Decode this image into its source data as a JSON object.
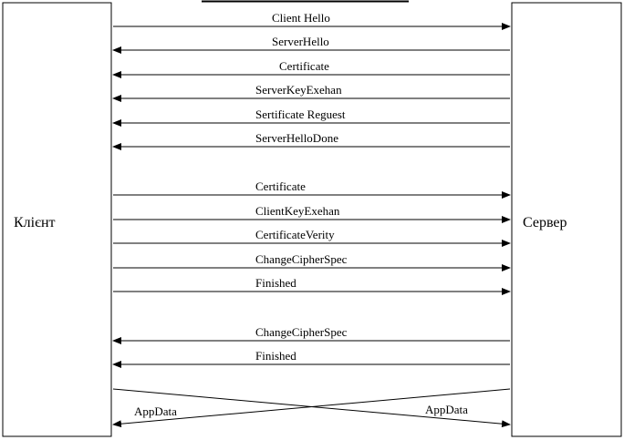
{
  "title_bar": "",
  "client_label": "Клієнт",
  "server_label": "Сервер",
  "messages": [
    {
      "label": "Client Hello",
      "dir": "to-server"
    },
    {
      "label": "ServerHello",
      "dir": "to-client"
    },
    {
      "label": "Certificate",
      "dir": "to-client"
    },
    {
      "label": "ServerKeyExehan",
      "dir": "to-client"
    },
    {
      "label": "Sertificate Reguest",
      "dir": "to-client"
    },
    {
      "label": "ServerHelloDone",
      "dir": "to-client"
    },
    {
      "label": "Certificate",
      "dir": "to-server"
    },
    {
      "label": "ClientKeyExehan",
      "dir": "to-server"
    },
    {
      "label": "CertificateVerity",
      "dir": "to-server"
    },
    {
      "label": "ChangeCipherSpec",
      "dir": "to-server"
    },
    {
      "label": "Finished",
      "dir": "to-server"
    },
    {
      "label": "ChangeCipherSpec",
      "dir": "to-client"
    },
    {
      "label": "Finished",
      "dir": "to-client"
    }
  ],
  "appdata": {
    "to_client_label": "AppData",
    "to_server_label": "AppData"
  }
}
